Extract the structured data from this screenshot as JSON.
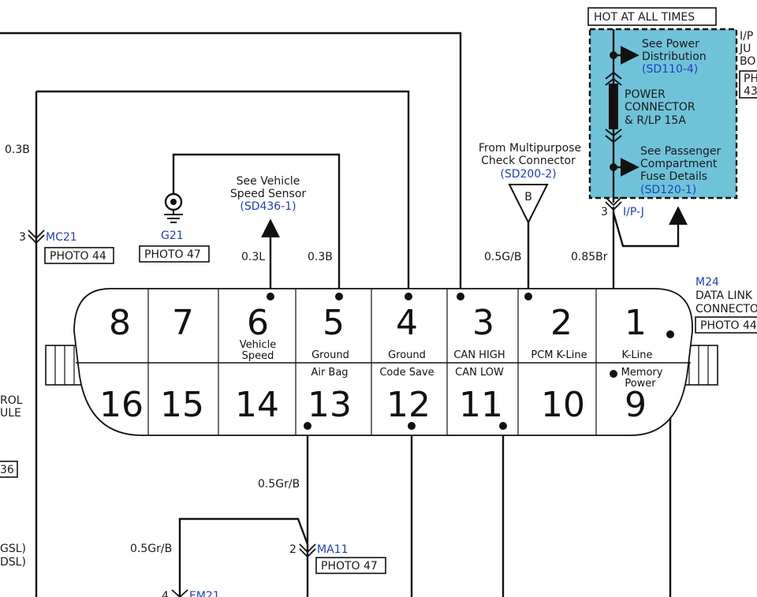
{
  "hot_label": "HOT AT ALL TIMES",
  "ip_box": {
    "line1": "I/P",
    "line2": "JU",
    "line3": "BO",
    "photo_a": "PH",
    "photo_b": "43"
  },
  "fuse_block": {
    "power_dist": [
      "See Power",
      "Distribution"
    ],
    "power_dist_ref": "(SD110-4)",
    "connector": [
      "POWER",
      "CONNECTOR",
      "& R/LP 15A"
    ],
    "passenger": [
      "See Passenger",
      "Compartment",
      "Fuse Details"
    ],
    "passenger_ref": "(SD120-1)",
    "pin": "3",
    "connector_id": "I/P-J"
  },
  "left": {
    "wire_03b": "0.3B",
    "mc21_pin": "3",
    "mc21": "MC21",
    "mc21_photo": "PHOTO 44",
    "module_a": "ROL",
    "module_b": "ULE",
    "photo_frag": "36",
    "gsl": "GSL)",
    "dsl": "DSL)"
  },
  "ground": {
    "id": "G21",
    "photo": "PHOTO 47"
  },
  "speed": {
    "line1": "See Vehicle",
    "line2": "Speed Sensor",
    "ref": "(SD436-1)"
  },
  "multipurpose": {
    "line1": "From Multipurpose",
    "line2": "Check Connector",
    "ref": "(SD200-2)",
    "tri": "B"
  },
  "wires": {
    "w6": "0.3L",
    "w5": "0.3B",
    "w2": "0.5G/B",
    "w1": "0.85Br",
    "w13": "0.5Gr/B",
    "w_left": "0.5Gr/B"
  },
  "m24": {
    "id": "M24",
    "line1": "DATA LINK",
    "line2": "CONNECTO",
    "photo": "PHOTO 44"
  },
  "ma11": {
    "pin": "2",
    "id": "MA11",
    "photo": "PHOTO 47"
  },
  "em21": {
    "pin": "4",
    "id": "EM21"
  },
  "top_pins": [
    {
      "num": "8",
      "label": ""
    },
    {
      "num": "7",
      "label": ""
    },
    {
      "num": "6",
      "label": "Vehicle",
      "label2": "Speed"
    },
    {
      "num": "5",
      "label": "Ground"
    },
    {
      "num": "4",
      "label": "Ground"
    },
    {
      "num": "3",
      "label": "CAN HIGH"
    },
    {
      "num": "2",
      "label": "PCM K-Line"
    },
    {
      "num": "1",
      "label": "K-Line"
    }
  ],
  "bottom_pins": [
    {
      "num": "16",
      "label": ""
    },
    {
      "num": "15",
      "label": ""
    },
    {
      "num": "14",
      "label": ""
    },
    {
      "num": "13",
      "label": "Air Bag"
    },
    {
      "num": "12",
      "label": "Code Save"
    },
    {
      "num": "11",
      "label": "CAN LOW"
    },
    {
      "num": "10",
      "label": ""
    },
    {
      "num": "9",
      "label": "Memory",
      "label2": "Power"
    }
  ]
}
